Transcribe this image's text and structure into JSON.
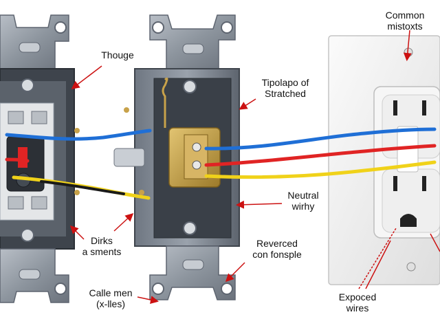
{
  "colors": {
    "wire_blue": "#1f6fd6",
    "wire_red": "#e02424",
    "wire_yellow": "#f0d21a",
    "wire_black": "#1a1a1a",
    "arrow_red": "#cc1111",
    "metal": "#8d959e",
    "metal_dark": "#5e6570",
    "brass": "#c8a24a",
    "outlet_face": "#f2f2f2"
  },
  "labels": {
    "common_mistakes": {
      "line1": "Common",
      "line2": "mistoxts"
    },
    "thouge": "Thouge",
    "tipolapo": {
      "line1": "Tipolapo of",
      "line2": "Stratched"
    },
    "neutral": {
      "line1": "Neutral",
      "line2": "wirhy"
    },
    "dirks": {
      "line1": "Dirks",
      "line2": "a sments"
    },
    "reverced": {
      "line1": "Reverced",
      "line2": "con fonsple"
    },
    "calle_men": {
      "line1": "Calle men",
      "line2": "(x-lles)"
    },
    "exposed": {
      "line1": "Expoced",
      "line2": "wires"
    }
  }
}
